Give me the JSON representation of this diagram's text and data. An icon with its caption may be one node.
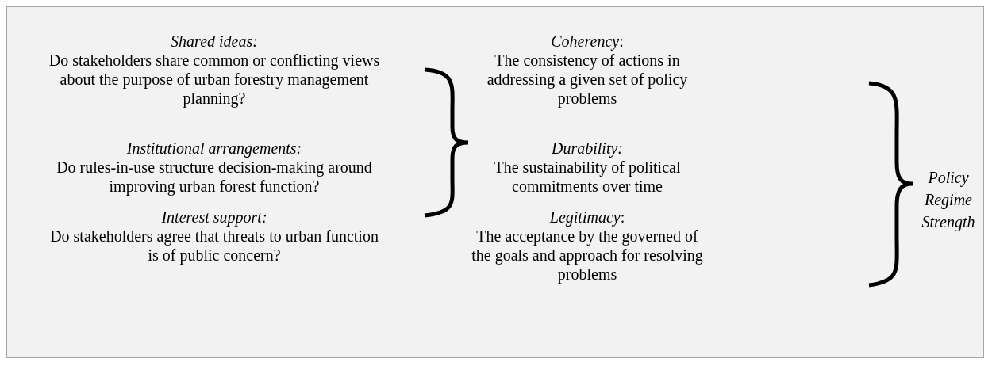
{
  "diagram": {
    "labels": [
      "Shared ideas:",
      "Do stakeholders share common or conflicting views about the purpose of urban forestry management planning?",
      "Institutional arrangements:",
      "Do rules-in-use structure decision-making around improving urban forest function?",
      "Interest support:",
      "Do stakeholders agree that threats to urban function is of public concern?",
      "*Coherency*:",
      "The consistency of actions in addressing a given set of policy problems",
      "Durability:",
      "The sustainability of political commitments over time",
      "*Legitimacy*:",
      "The acceptance by the governed of the goals and approach for resolving problems",
      "Policy Regime Strength"
    ]
  }
}
